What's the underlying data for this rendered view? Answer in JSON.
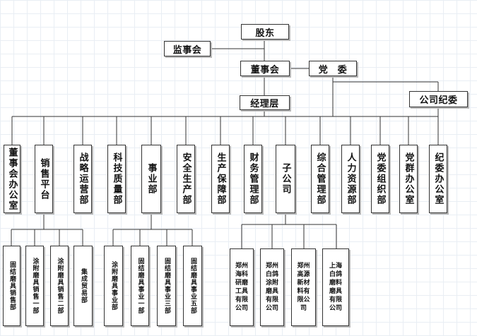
{
  "top": {
    "shareholders": "股东",
    "supervisory_board": "监事会",
    "board": "董事会",
    "party_committee": "党　委",
    "management": "经理层",
    "discipline_committee": "公司纪委"
  },
  "departments": [
    "董事会办公室",
    "销售平台",
    "战略运营部",
    "科技质量部",
    "事业部",
    "安全生产部",
    "生产保障部",
    "财务管理部",
    "子公司",
    "综合管理部",
    "人力资源部",
    "党委组织部",
    "党群办公室",
    "纪委办公室"
  ],
  "sales_units": [
    "固结磨具销售部",
    "涂附磨具销售一部",
    "涂附磨具销售二部",
    "集成贸易部"
  ],
  "business_units": [
    "涂附磨具事业部",
    "固结磨具事业一部",
    "固结磨具事业三部",
    "固结磨具事业五部"
  ],
  "subsidiaries": [
    "郑州\n海科\n研磨\n工具\n有限\n公司",
    "郑州\n白鸽\n涂附\n磨具\n有限\n公司",
    "郑州\n高源\n新材\n料有\n限公\n司",
    "上海\n白鸽\n磨料\n磨具\n有限\n公司"
  ]
}
